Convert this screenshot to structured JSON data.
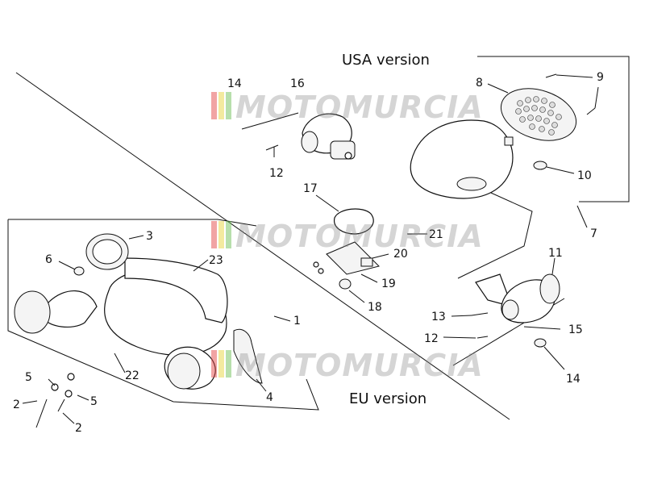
{
  "labels": {
    "usa_version": "USA version",
    "eu_version": "EU version",
    "watermark": "MOTOMURCIA"
  },
  "callouts": {
    "c1": "1",
    "c2a": "2",
    "c2b": "2",
    "c3": "3",
    "c4": "4",
    "c5a": "5",
    "c5b": "5",
    "c6": "6",
    "c7": "7",
    "c8": "8",
    "c9": "9",
    "c10": "10",
    "c11": "11",
    "c12a": "12",
    "c12b": "12",
    "c13": "13",
    "c14a": "14",
    "c14b": "14",
    "c15": "15",
    "c16": "16",
    "c17": "17",
    "c18": "18",
    "c19": "19",
    "c20": "20",
    "c21": "21",
    "c22": "22",
    "c23": "23"
  },
  "colors": {
    "stripe_red": "#e34a4a",
    "stripe_yellow": "#e8d640",
    "stripe_green": "#6fbf5a",
    "watermark_grey": "#8a8a8a"
  }
}
